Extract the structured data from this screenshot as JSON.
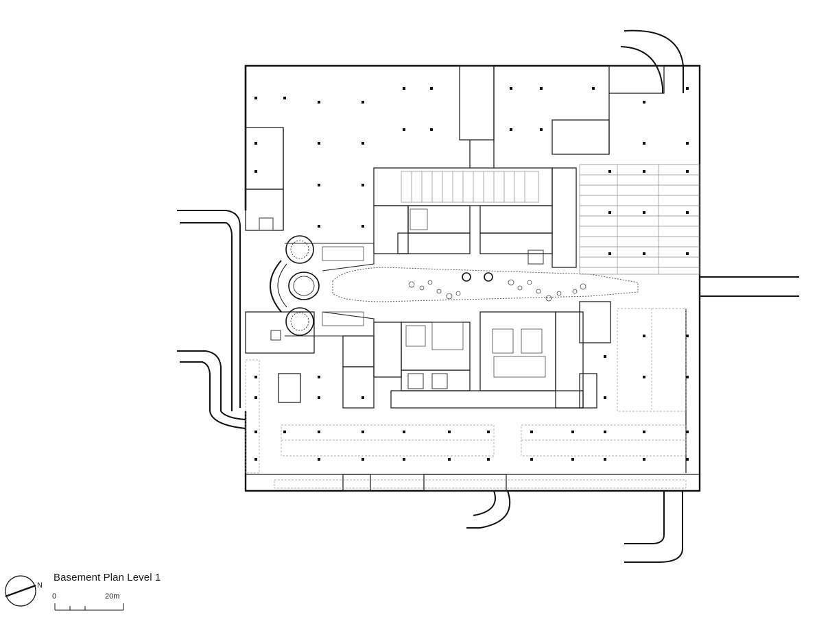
{
  "caption": "Basement Plan Level 1",
  "north_label": "N",
  "scale": {
    "start": "0",
    "end": "20m"
  }
}
